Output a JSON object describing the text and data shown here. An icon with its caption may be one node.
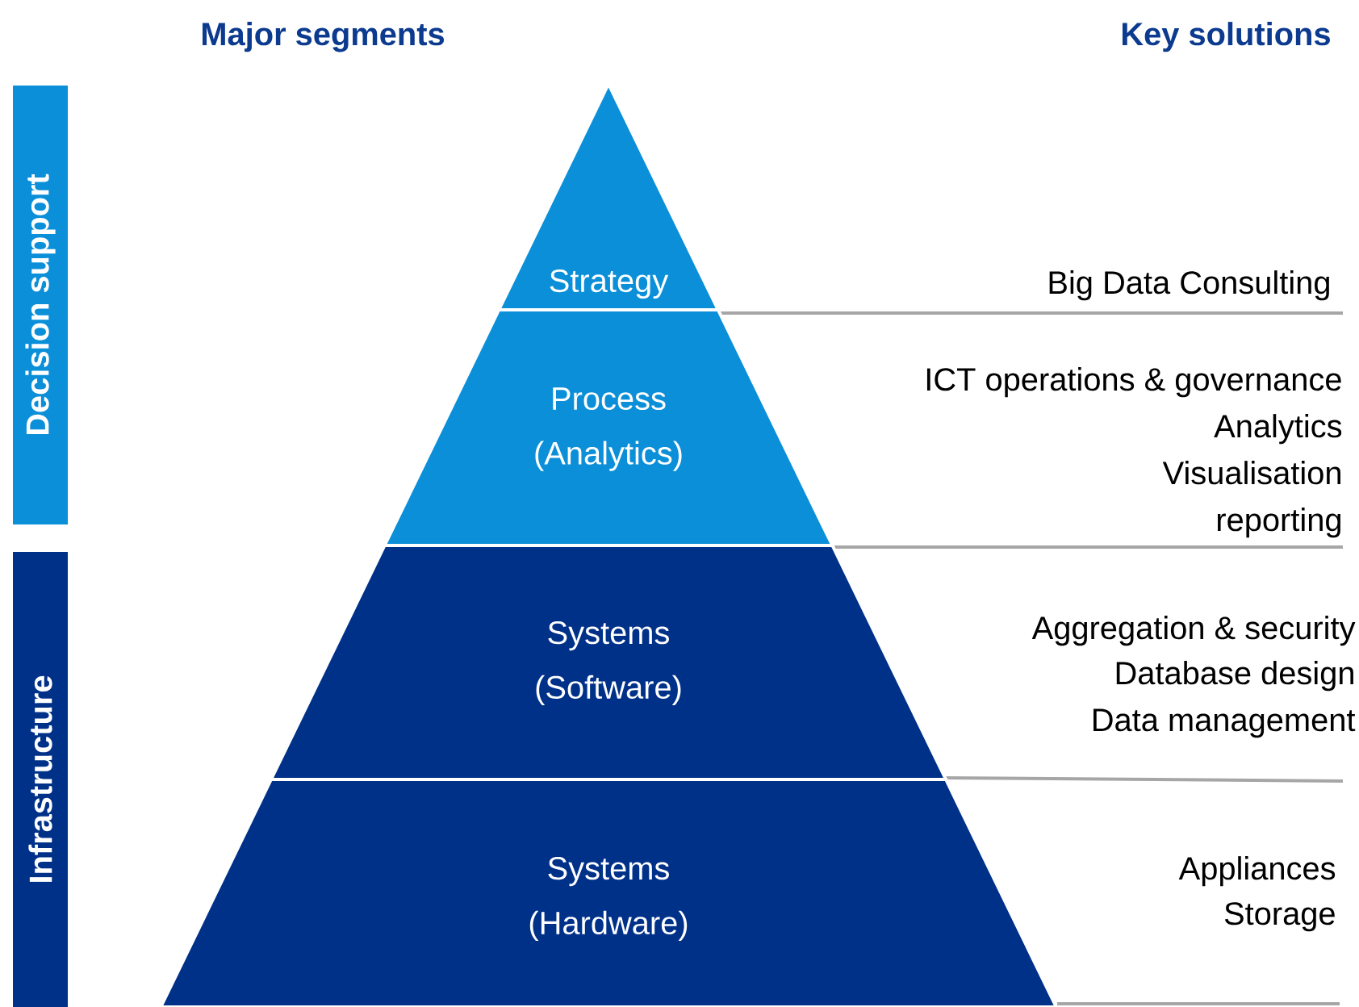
{
  "diagram": {
    "nodes": [
      {
        "text": [
          "Decision support"
        ]
      },
      {
        "text": [
          "Infrastructure"
        ]
      },
      {
        "text": [
          "Strategy"
        ]
      },
      {
        "text": [
          "Process (Analytics)"
        ]
      },
      {
        "text": [
          "Systems (Software)"
        ]
      },
      {
        "text": [
          "Systems (Hardware)"
        ]
      }
    ],
    "edges": [],
    "labels": [
      "Major segments",
      "Key solutions",
      "Big Data Consulting",
      "ICT operations & governance",
      "Analytics",
      "Visualisation",
      "reporting",
      "Aggregation & security",
      "Database design",
      "Data management",
      "Appliances",
      "Storage"
    ]
  }
}
